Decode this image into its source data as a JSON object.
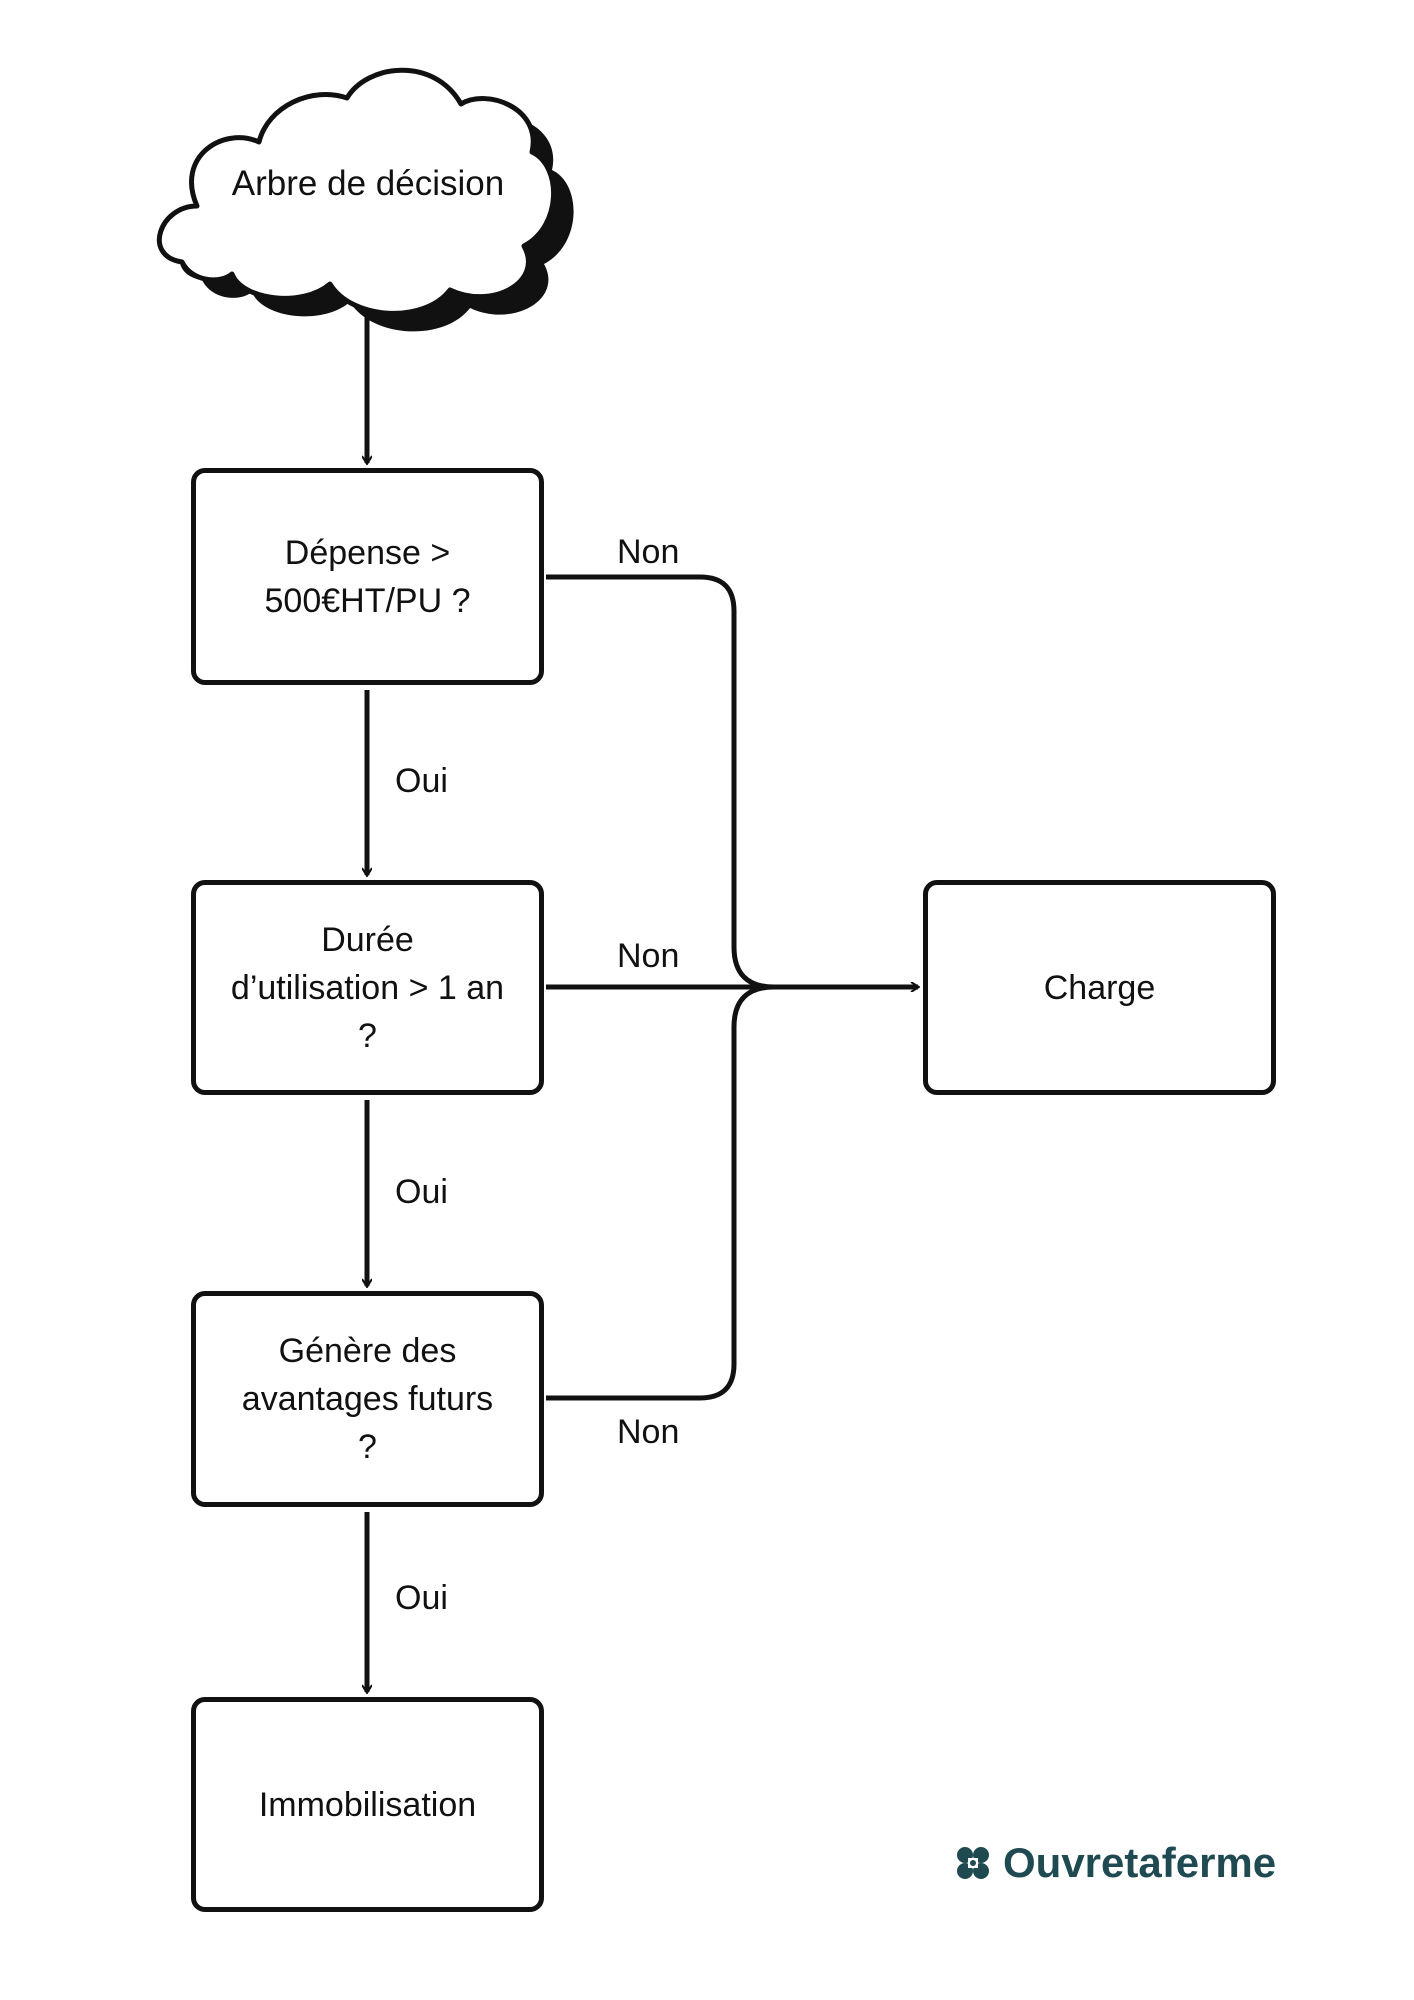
{
  "colors": {
    "stroke": "#111111",
    "brand": "#1f4a52",
    "background": "#ffffff"
  },
  "nodes": {
    "start": {
      "label": "Arbre de décision"
    },
    "q1": {
      "lines": [
        "Dépense >",
        "500€HT/PU ?"
      ]
    },
    "q2": {
      "lines": [
        "Durée",
        "d’utilisation > 1 an",
        "?"
      ]
    },
    "q3": {
      "lines": [
        "Génère des",
        "avantages futurs",
        "?"
      ]
    },
    "charge": {
      "label": "Charge"
    },
    "immobilisation": {
      "label": "Immobilisation"
    }
  },
  "edges": {
    "q1_no": "Non",
    "q1_yes": "Oui",
    "q2_no": "Non",
    "q2_yes": "Oui",
    "q3_no": "Non",
    "q3_yes": "Oui"
  },
  "brand": {
    "name": "Ouvretaferme",
    "icon": "clover-icon"
  }
}
